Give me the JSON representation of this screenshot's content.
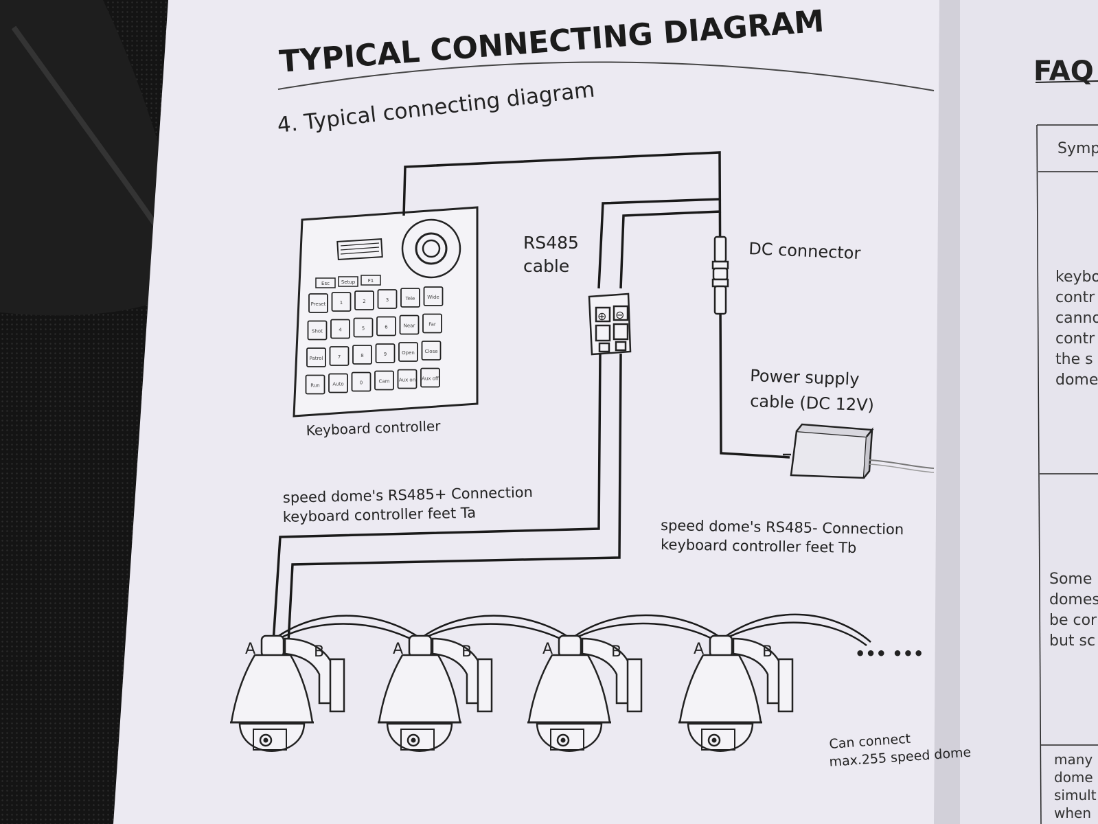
{
  "page": {
    "title": "TYPICAL CONNECTING DIAGRAM",
    "section_heading": "4. Typical connecting diagram",
    "right_page": {
      "title_fragment": "FAQ",
      "table_header_fragment": "Symp",
      "row1_fragment": [
        "keybo",
        "contr",
        "canno",
        "contr",
        "the s",
        "dome"
      ],
      "row2_fragment": [
        "Some",
        "domes",
        "be cor",
        "but sc"
      ],
      "row3_fragment": [
        "many",
        "dome",
        "simult",
        "when"
      ]
    }
  },
  "diagram": {
    "keyboard": {
      "label": "Keyboard controller",
      "keys_top": [
        "Esc",
        "Setup",
        "F1"
      ],
      "keys_grid": [
        [
          "Preset",
          "1",
          "2",
          "3",
          "Tele",
          "Wide"
        ],
        [
          "Shot",
          "4",
          "5",
          "6",
          "Near",
          "Far"
        ],
        [
          "Patrol",
          "7",
          "8",
          "9",
          "Open",
          "Close"
        ],
        [
          "Run",
          "Auto",
          "0",
          "Cam",
          "Aux on",
          "Aux off"
        ]
      ]
    },
    "rs485_label": [
      "RS485",
      "cable"
    ],
    "terminal_symbols": [
      "⊕",
      "⊖"
    ],
    "dc_connector_label": "DC connector",
    "power_supply_label": [
      "Power supply",
      "cable (DC 12V)"
    ],
    "rs485_plus_label": [
      "speed dome's RS485+ Connection",
      "keyboard controller feet Ta"
    ],
    "rs485_minus_label": [
      "speed dome's RS485- Connection",
      "keyboard controller feet Tb"
    ],
    "domes": [
      {
        "a_label": "A",
        "b_label": "B"
      },
      {
        "a_label": "A",
        "b_label": "B"
      },
      {
        "a_label": "A",
        "b_label": "B"
      },
      {
        "a_label": "A",
        "b_label": "B"
      }
    ],
    "continuation": "••• •••",
    "capacity_note": [
      "Can connect",
      "max.255 speed dome"
    ]
  }
}
